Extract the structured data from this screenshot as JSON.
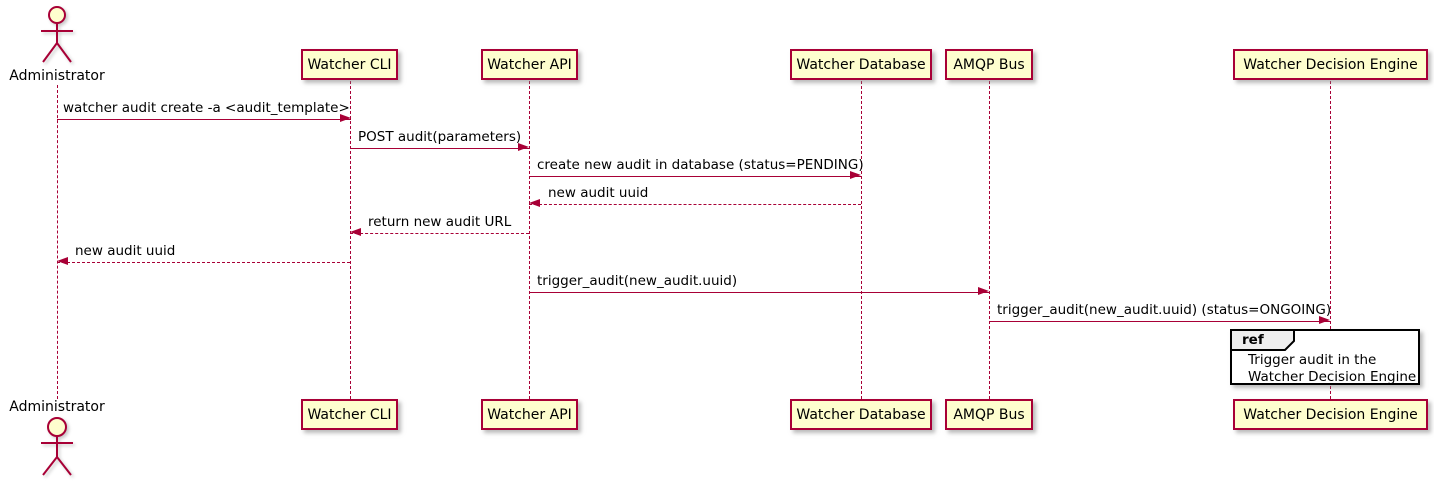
{
  "diagram": {
    "type": "uml-sequence-diagram",
    "actor": {
      "label": "Administrator"
    },
    "participants": [
      {
        "label": "Watcher CLI"
      },
      {
        "label": "Watcher API"
      },
      {
        "label": "Watcher Database"
      },
      {
        "label": "AMQP Bus"
      },
      {
        "label": "Watcher Decision Engine"
      }
    ],
    "messages": [
      {
        "label": "watcher audit create -a <audit_template>",
        "from": "Administrator",
        "to": "Watcher CLI",
        "line": "solid"
      },
      {
        "label": "POST audit(parameters)",
        "from": "Watcher CLI",
        "to": "Watcher API",
        "line": "solid"
      },
      {
        "label": "create new audit in database (status=PENDING)",
        "from": "Watcher API",
        "to": "Watcher Database",
        "line": "solid"
      },
      {
        "label": "new audit uuid",
        "from": "Watcher Database",
        "to": "Watcher API",
        "line": "dashed"
      },
      {
        "label": "return new audit URL",
        "from": "Watcher API",
        "to": "Watcher CLI",
        "line": "dashed"
      },
      {
        "label": "new audit uuid",
        "from": "Watcher CLI",
        "to": "Administrator",
        "line": "dashed"
      },
      {
        "label": "trigger_audit(new_audit.uuid)",
        "from": "Watcher API",
        "to": "AMQP Bus",
        "line": "solid"
      },
      {
        "label": "trigger_audit(new_audit.uuid) (status=ONGOING)",
        "from": "AMQP Bus",
        "to": "Watcher Decision Engine",
        "line": "solid"
      }
    ],
    "ref": {
      "keyword": "ref",
      "lines": [
        "Trigger audit in the",
        "Watcher Decision Engine"
      ],
      "over": "Watcher Decision Engine"
    },
    "colors": {
      "stroke_accent": "#A80036",
      "participant_fill": "#FEFECE",
      "ref_tab_fill": "#EEEEEE",
      "frame_border": "#000000",
      "text": "#000000",
      "background": "#FFFFFF"
    }
  }
}
